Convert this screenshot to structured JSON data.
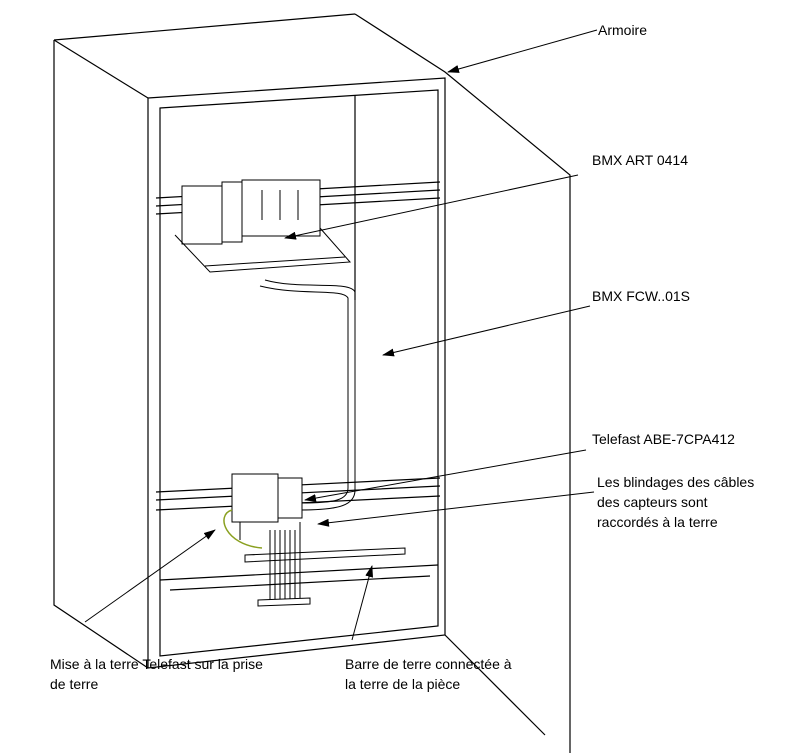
{
  "labels": {
    "armoire": "Armoire",
    "module": "BMX ART 0414",
    "cable": "BMX FCW..01S",
    "telefast": "Telefast ABE-7CPA412",
    "shield_1": "Les blindages des câbles",
    "shield_2": "des capteurs sont",
    "shield_3": "raccordés à la terre",
    "ground_telefast_1": "Mise à la terre Telefast sur la prise",
    "ground_telefast_2": "de terre",
    "ground_bar_1": "Barre de terre connectée à",
    "ground_bar_2": "la terre de la pièce"
  },
  "colors": {
    "line": "#000000",
    "ground_wire": "#8aa020"
  }
}
